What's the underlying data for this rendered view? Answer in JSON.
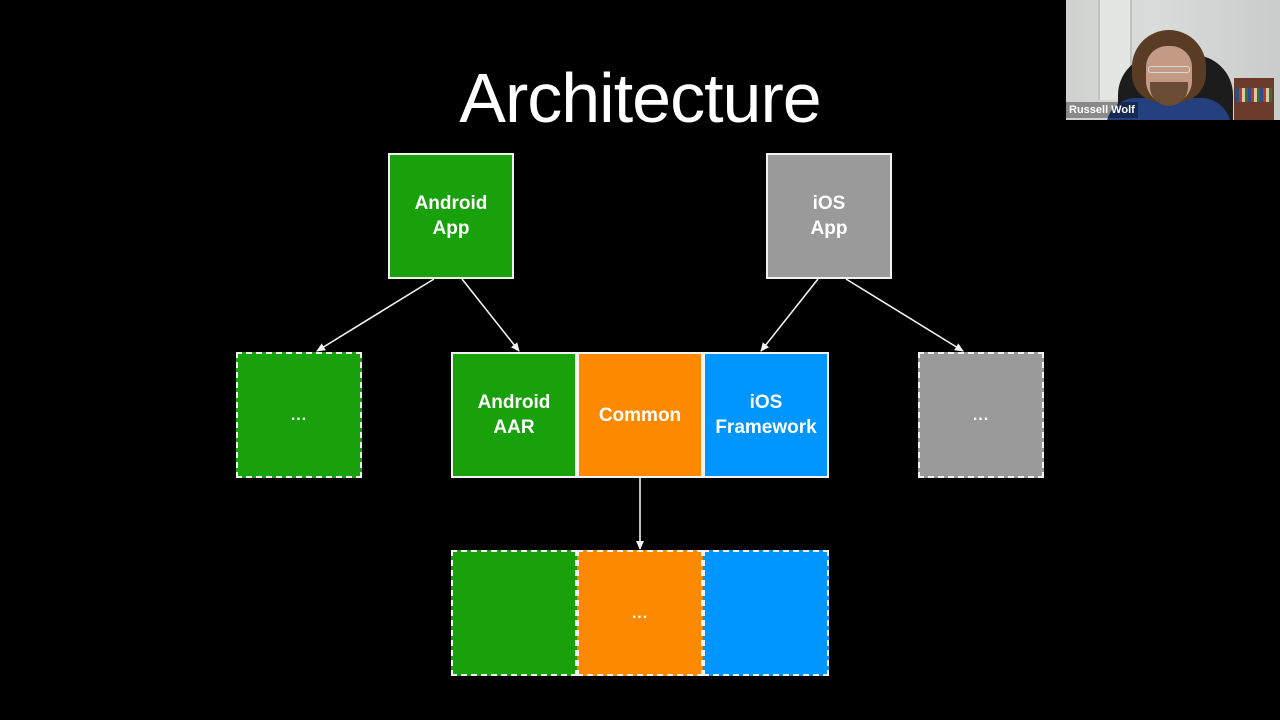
{
  "slide": {
    "title": "Architecture"
  },
  "nodes": {
    "android_app": {
      "label": "Android\nApp",
      "color": "#19a10b",
      "style": "solid"
    },
    "ios_app": {
      "label": "iOS\nApp",
      "color": "#9a9a9a",
      "style": "solid"
    },
    "android_other": {
      "label": "...",
      "color": "#19a10b",
      "style": "dashed"
    },
    "android_aar": {
      "label": "Android\nAAR",
      "color": "#19a10b",
      "style": "solid"
    },
    "common": {
      "label": "Common",
      "color": "#fd8900",
      "style": "solid"
    },
    "ios_framework": {
      "label": "iOS\nFramework",
      "color": "#0096ff",
      "style": "solid"
    },
    "ios_other": {
      "label": "...",
      "color": "#9a9a9a",
      "style": "dashed"
    },
    "deps_android": {
      "label": "",
      "color": "#19a10b",
      "style": "dashed"
    },
    "deps_common": {
      "label": "...",
      "color": "#fd8900",
      "style": "dashed"
    },
    "deps_ios": {
      "label": "",
      "color": "#0096ff",
      "style": "dashed"
    }
  },
  "edges": [
    {
      "from": "android_app",
      "to": "android_other"
    },
    {
      "from": "android_app",
      "to": "android_aar"
    },
    {
      "from": "ios_app",
      "to": "ios_framework"
    },
    {
      "from": "ios_app",
      "to": "ios_other"
    },
    {
      "from": "common",
      "to": "deps_common"
    }
  ],
  "video_overlay": {
    "participant_name": "Russell Wolf"
  }
}
